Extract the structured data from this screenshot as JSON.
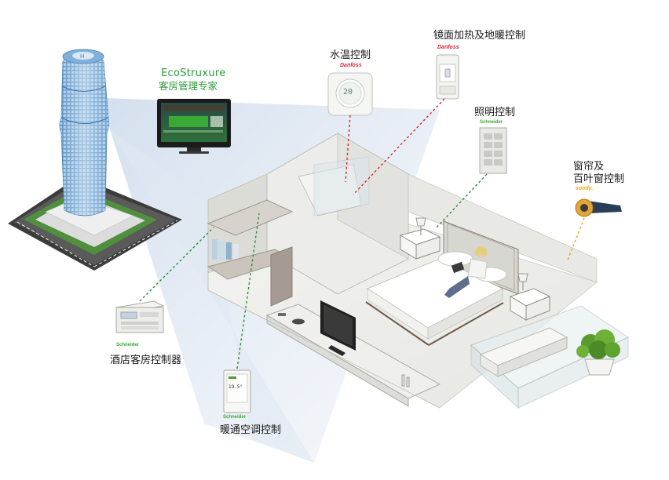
{
  "management": {
    "title": "EcoStruxure",
    "subtitle": "客房管理专家"
  },
  "labels": {
    "water_temp": "水温控制",
    "mirror_floor": "镜面加热及地暖控制",
    "lighting": "照明控制",
    "curtain_line1": "窗帘及",
    "curtain_line2": "百叶窗控制",
    "room_controller": "酒店客房控制器",
    "hvac": "暖通空调控制"
  },
  "brands": {
    "danfoss": "Danfoss",
    "schneider": "Schneider",
    "somfy": "somfy."
  },
  "displays": {
    "thermostat_reading": "20",
    "hvac_reading": "19.5°"
  },
  "colors": {
    "green_dashed": "#2e8b3a",
    "red_dashed": "#d8262e",
    "orange_dashed": "#f0a31b",
    "eco_green": "#2e9a3a",
    "tower_blue": "#6fa6cf"
  }
}
